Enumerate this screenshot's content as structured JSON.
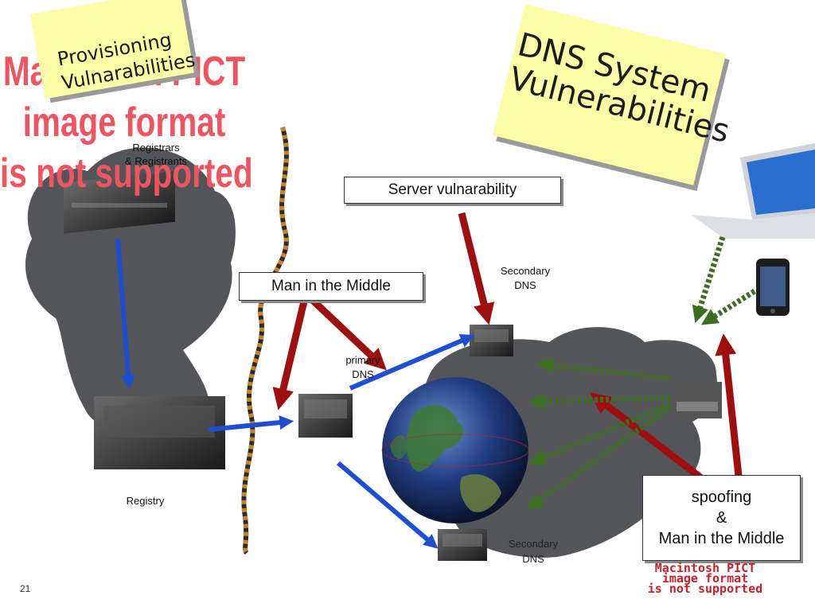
{
  "placeholders": {
    "left_error": [
      "Macintosh PICT",
      "image format",
      "is not supported"
    ],
    "bottom_error": [
      "Macintosh PICT",
      "image format",
      "is not supported"
    ]
  },
  "sticky_notes": {
    "provisioning": [
      "Provisioning",
      "Vulnarabilities"
    ],
    "dns_system": [
      "DNS System",
      "Vulnerabilities"
    ]
  },
  "callouts": {
    "server_vulnerability": "Server vulnarability",
    "man_in_middle": "Man in the Middle",
    "spoofing": [
      "spoofing",
      "&",
      "Man in the Middle"
    ]
  },
  "labels": {
    "registrars": [
      "Registrars",
      "& Registrants"
    ],
    "secondary_dns_top": [
      "Secondary",
      "DNS"
    ],
    "primary_dns": [
      "primary",
      "DNS"
    ],
    "secondary_dns_bottom": [
      "Secondary",
      "DNS"
    ],
    "registry": "Registry"
  },
  "slide_number": "21",
  "colors": {
    "attack_arrow": "#9e1010",
    "data_arrow": "#1d4fd0",
    "client_arrow": "#3c6e22",
    "sticky_note": "#fdfda8",
    "error_text": "#ee5560"
  },
  "icons": [
    "server-icon",
    "globe-icon",
    "laptop-icon",
    "phone-icon"
  ]
}
